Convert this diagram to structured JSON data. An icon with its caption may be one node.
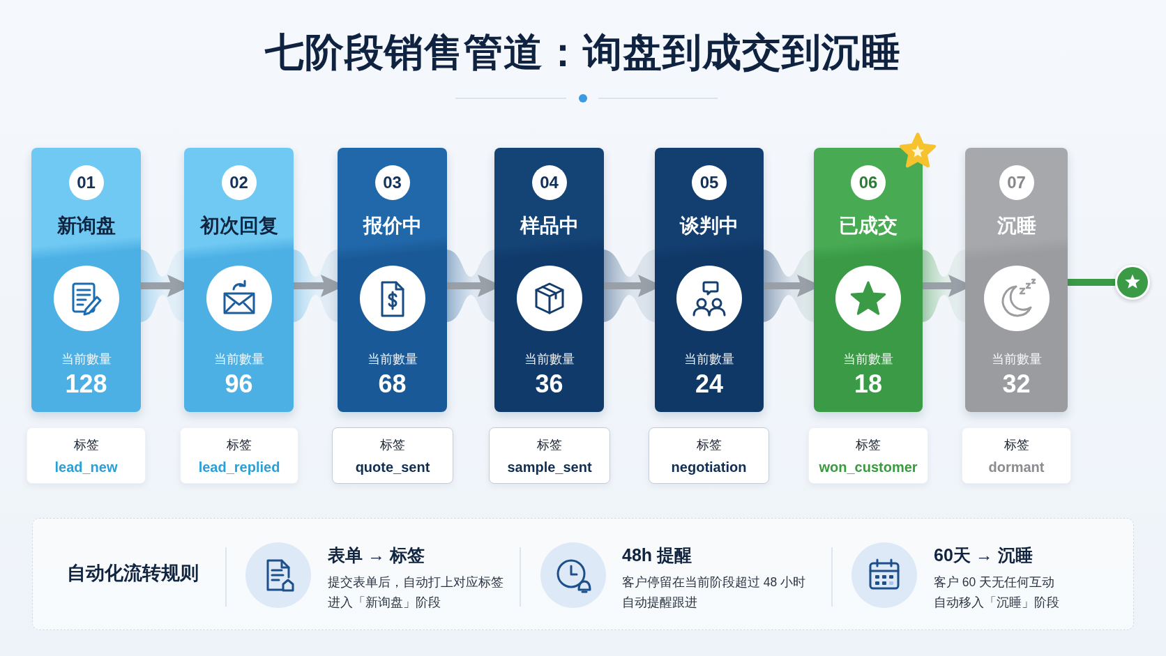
{
  "diagram": {
    "title": "七阶段销售管道：询盘到成交到沉睡",
    "nodes": [
      {
        "text": [
          "新询盘",
          "当前數量",
          "128"
        ]
      },
      {
        "text": [
          "01"
        ],
        "in": 0
      },
      {
        "text": [
          "初次回复",
          "当前數量",
          "96"
        ]
      },
      {
        "text": [
          "02"
        ],
        "in": 2
      },
      {
        "text": [
          "报价中",
          "当前數量",
          "68"
        ]
      },
      {
        "text": [
          "03"
        ],
        "in": 4
      },
      {
        "text": [
          "样品中",
          "当前數量",
          "36"
        ]
      },
      {
        "text": [
          "04"
        ],
        "in": 6
      },
      {
        "text": [
          "谈判中",
          "当前數量",
          "24"
        ]
      },
      {
        "text": [
          "05"
        ],
        "in": 8
      },
      {
        "text": [
          "已成交",
          "当前數量",
          "18"
        ]
      },
      {
        "text": [
          "06"
        ],
        "in": 10
      },
      {
        "text": [
          "沉睡",
          "当前數量",
          "32"
        ]
      },
      {
        "text": [
          "07"
        ],
        "in": 12
      },
      {
        "text": [],
        "shape": "circle"
      },
      {
        "text": [
          "标签",
          "lead_new"
        ]
      },
      {
        "text": [
          "标签",
          "lead_replied"
        ]
      },
      {
        "text": [
          "标签",
          "quote_sent"
        ]
      },
      {
        "text": [
          "标签",
          "sample_sent"
        ]
      },
      {
        "text": [
          "标签",
          "negotiation"
        ]
      },
      {
        "text": [
          "标签",
          "won_customer"
        ]
      },
      {
        "text": [
          "标签",
          "dormant"
        ]
      },
      {
        "text": [
          "自动化流转规则",
          "表单 → 标签",
          "提交表单后，自动打上对应标签进入「新询盘」阶段",
          "48h 提醒",
          "客户停留在当前阶段超过 48 小时自动提醒跟进",
          "60天 → 沉睡",
          "客户 60 天无任何互动自动移入「沉睡」阶段"
        ]
      }
    ],
    "edges": [
      {
        "from": 0,
        "to": 2,
        "arrow": "to"
      },
      {
        "from": 2,
        "to": 4,
        "arrow": "to"
      },
      {
        "from": 4,
        "to": 6,
        "arrow": "to"
      },
      {
        "from": 6,
        "to": 8,
        "arrow": "to"
      },
      {
        "from": 8,
        "to": 10,
        "arrow": "to"
      },
      {
        "from": 10,
        "to": 12,
        "arrow": "to"
      },
      {
        "from": 12,
        "to": 14,
        "arrow": "none",
        "color": "#3a9a46"
      }
    ]
  }
}
